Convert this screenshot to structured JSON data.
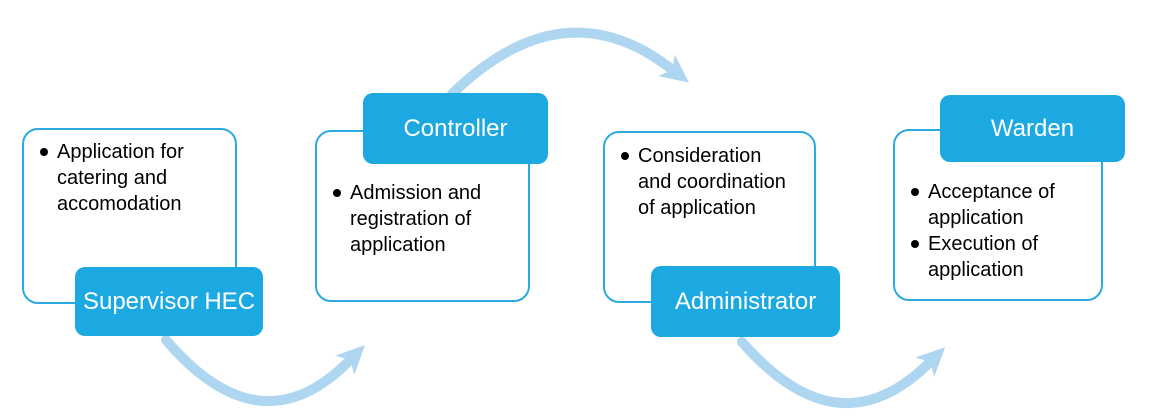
{
  "diagram": {
    "type": "process-flow",
    "colors": {
      "accent_blue": "#1ca9e2",
      "box_border_blue": "#2baae1",
      "arrow_light_blue": "#afd6f1",
      "bullet_text": "#000000",
      "title_text": "#ffffff",
      "background": "#ffffff"
    },
    "steps": [
      {
        "title": "Supervisor HEC",
        "title_position": "bottom",
        "bullets": [
          "Application for catering and accomodation"
        ]
      },
      {
        "title": "Controller",
        "title_position": "top",
        "bullets": [
          "Admission and registration of application"
        ]
      },
      {
        "title": "Administrator",
        "title_position": "bottom",
        "bullets": [
          "Consideration and coordination of application"
        ]
      },
      {
        "title": "Warden",
        "title_position": "top",
        "bullets": [
          "Acceptance of application",
          "Execution of application"
        ]
      }
    ],
    "arrows": [
      {
        "from": "Supervisor HEC",
        "to": "Controller",
        "curve": "under"
      },
      {
        "from": "Controller",
        "to": "Administrator",
        "curve": "over"
      },
      {
        "from": "Administrator",
        "to": "Warden",
        "curve": "under"
      }
    ]
  }
}
